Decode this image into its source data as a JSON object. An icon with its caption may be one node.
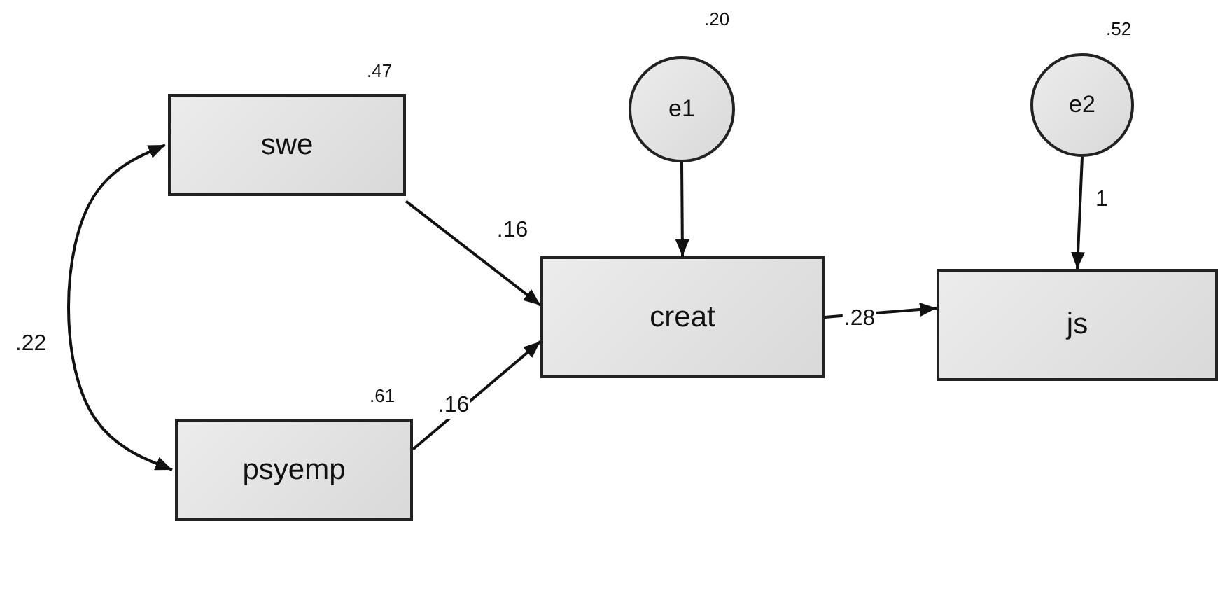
{
  "diagram": {
    "nodes": [
      {
        "text": [
          "swe"
        ],
        "beside": [
          ".47"
        ]
      },
      {
        "text": [
          "psyemp"
        ],
        "beside": [
          ".61"
        ]
      },
      {
        "text": [
          "e1"
        ],
        "beside": [
          ".20"
        ]
      },
      {
        "text": [
          "creat"
        ]
      },
      {
        "text": [
          "e2"
        ],
        "beside": [
          ".52"
        ]
      },
      {
        "text": [
          "js"
        ]
      }
    ],
    "edges": [
      {
        "from": 0,
        "to": 1,
        "arrow": "both",
        "label": ".22"
      },
      {
        "from": 0,
        "to": 3,
        "arrow": "to",
        "label": ".16"
      },
      {
        "from": 1,
        "to": 3,
        "arrow": "to",
        "label": ".16"
      },
      {
        "from": 2,
        "to": 3,
        "arrow": "to"
      },
      {
        "from": 3,
        "to": 5,
        "arrow": "to",
        "label": ".28"
      },
      {
        "from": 4,
        "to": 5,
        "arrow": "to",
        "label": "1"
      }
    ]
  }
}
